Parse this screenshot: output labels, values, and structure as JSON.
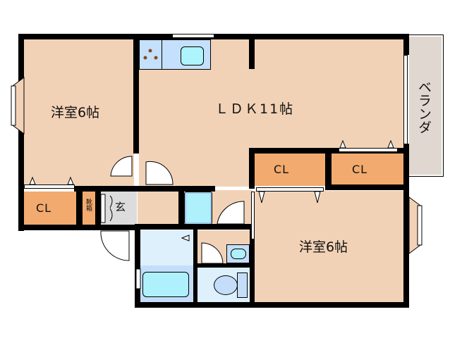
{
  "floor_plan": {
    "rooms": [
      {
        "id": "western-room-1",
        "label": "洋室6帖"
      },
      {
        "id": "ldk",
        "label": "ＬＤＫ11帖"
      },
      {
        "id": "western-room-2",
        "label": "洋室6帖"
      },
      {
        "id": "veranda",
        "label": "ベランダ"
      },
      {
        "id": "entrance",
        "label": "玄"
      },
      {
        "id": "shoe-box",
        "label": "靴箱"
      }
    ],
    "closets": [
      {
        "id": "closet-left",
        "label": "CL"
      },
      {
        "id": "closet-center",
        "label": "CL"
      },
      {
        "id": "closet-right",
        "label": "CL"
      }
    ],
    "fixtures": [
      "stove",
      "kitchen-sink",
      "washing-machine",
      "washbasin",
      "bathtub",
      "toilet"
    ],
    "colors": {
      "room": "#f2d2b6",
      "closet": "#f2aa6e",
      "wet_area": "#ddf0fc",
      "fixture": "#aef0fc",
      "entrance": "#dcdcdc",
      "veranda": "#e0d8d0",
      "wall": "#000000"
    }
  }
}
